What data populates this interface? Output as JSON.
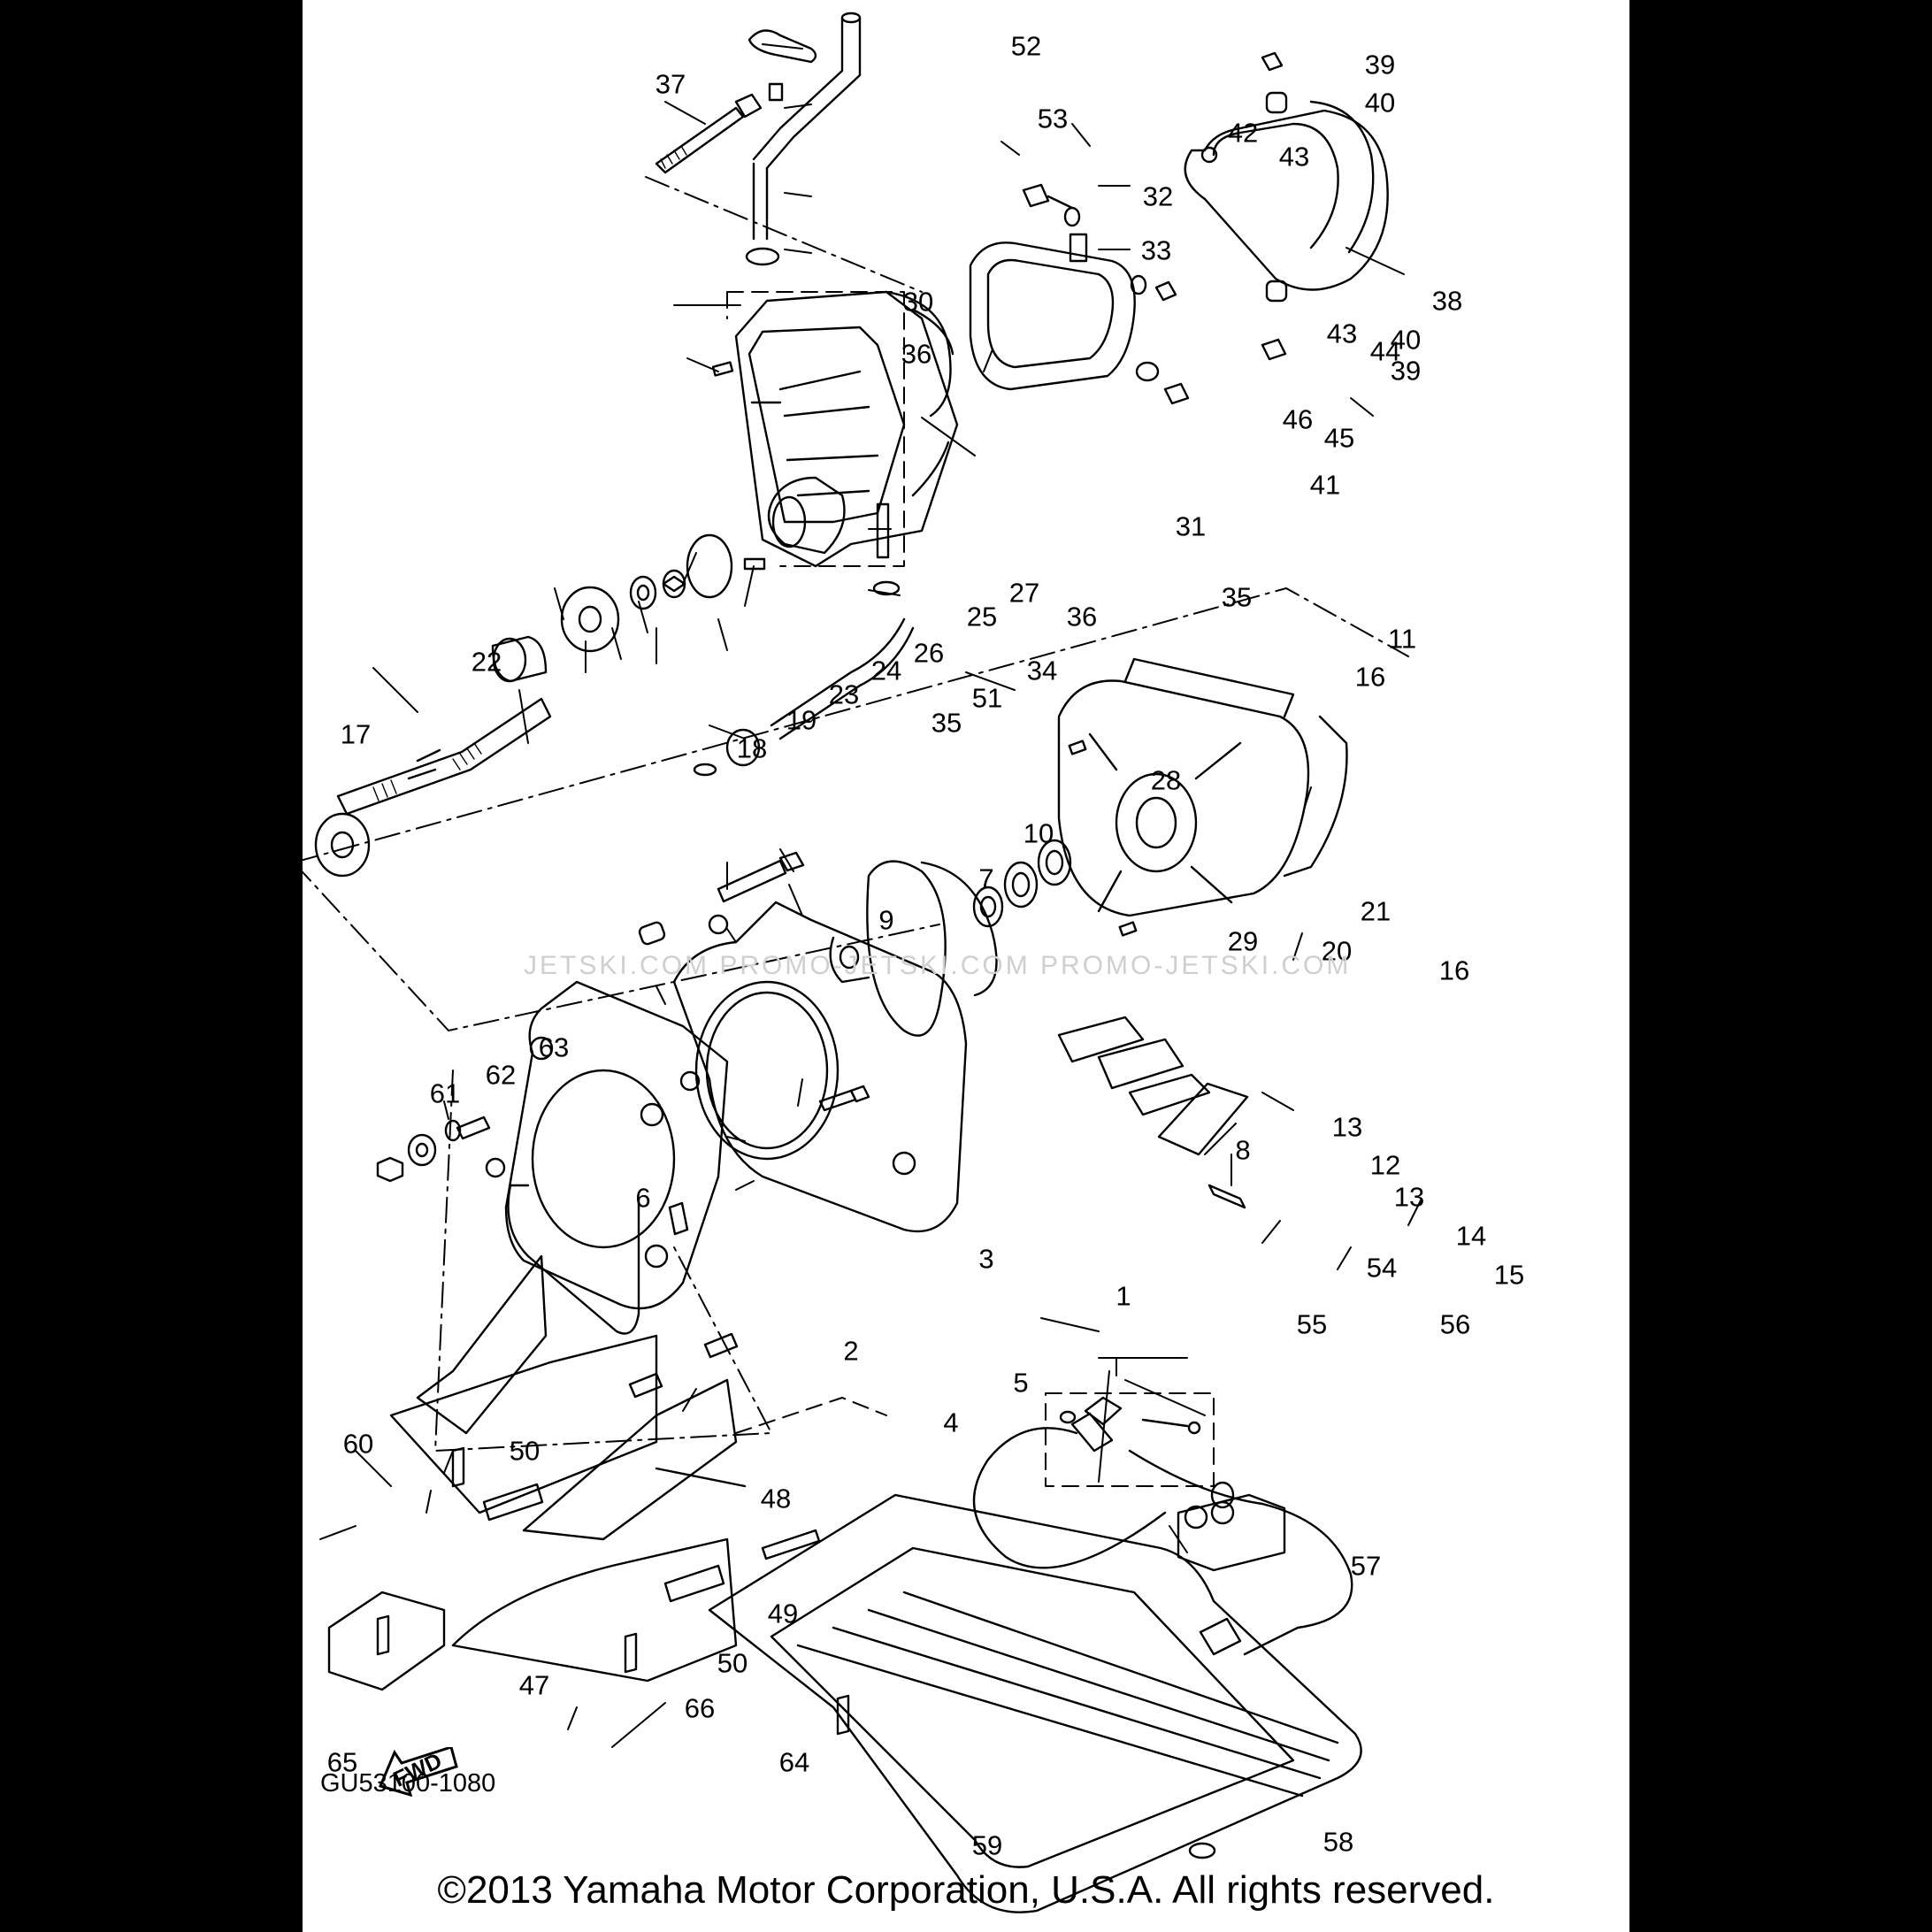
{
  "diagram": {
    "drawing_code": "GU53100-1080",
    "copyright": "©2013 Yamaha Motor Corporation, U.S.A. All rights reserved.",
    "watermark": "JETSKI.COM   PROMO-JETSKI.COM   PROMO-JETSKI.COM",
    "fwd_label": "FWD",
    "callouts": [
      "1",
      "2",
      "3",
      "4",
      "5",
      "6",
      "7",
      "8",
      "9",
      "10",
      "11",
      "12",
      "13",
      "13",
      "14",
      "15",
      "16",
      "16",
      "17",
      "18",
      "19",
      "20",
      "21",
      "22",
      "23",
      "24",
      "25",
      "26",
      "27",
      "28",
      "29",
      "30",
      "31",
      "32",
      "33",
      "34",
      "35",
      "35",
      "36",
      "36",
      "37",
      "38",
      "39",
      "39",
      "40",
      "40",
      "41",
      "42",
      "43",
      "43",
      "44",
      "45",
      "46",
      "47",
      "48",
      "49",
      "50",
      "50",
      "51",
      "52",
      "53",
      "54",
      "55",
      "56",
      "57",
      "58",
      "59",
      "60",
      "61",
      "62",
      "63",
      "64",
      "65",
      "66"
    ]
  }
}
